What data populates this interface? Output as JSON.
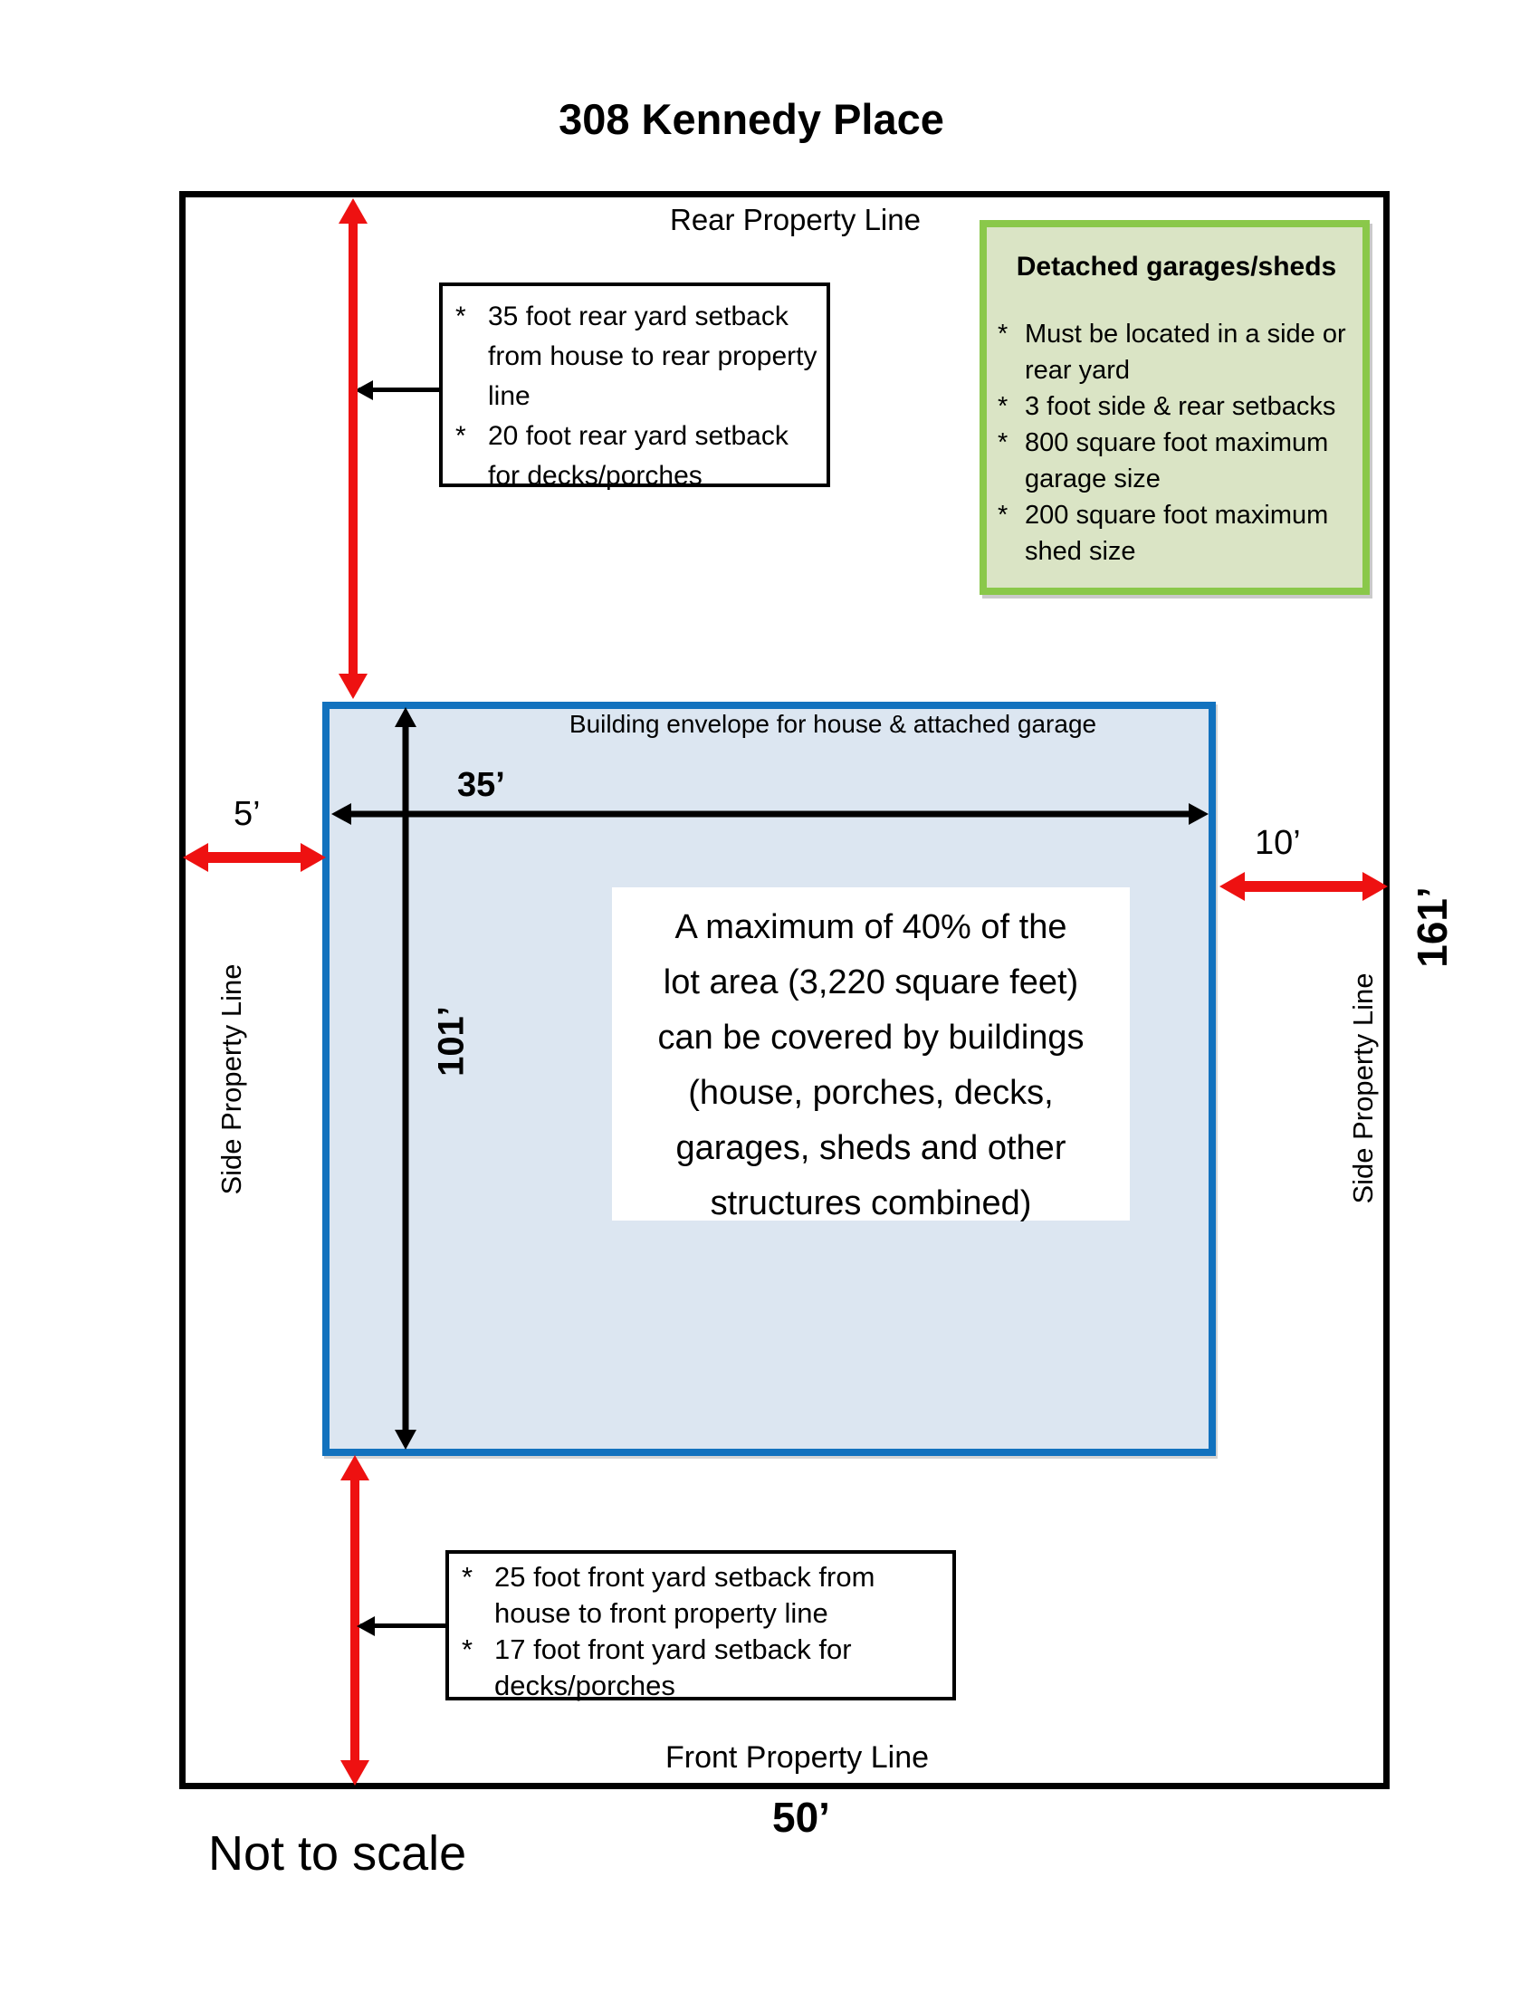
{
  "title": "308 Kennedy Place",
  "labels": {
    "rear_property_line": "Rear Property Line",
    "front_property_line": "Front Property Line",
    "side_property_line_left": "Side Property Line",
    "side_property_line_right": "Side Property Line",
    "building_envelope": "Building envelope for house & attached garage",
    "not_to_scale": "Not to scale"
  },
  "dimensions": {
    "envelope_width": "35’",
    "envelope_depth": "101’",
    "side_setback_left": "5’",
    "side_setback_right": "10’",
    "lot_depth": "161’",
    "lot_width": "50’"
  },
  "rear_setback_box": {
    "bullet": "*",
    "items": [
      "35 foot rear yard setback from house to rear property line",
      "20 foot rear yard setback for decks/porches"
    ]
  },
  "front_setback_box": {
    "bullet": "*",
    "items": [
      "25 foot front yard setback from house to front property line",
      "17 foot front yard setback for decks/porches"
    ]
  },
  "detached_box": {
    "title": "Detached garages/sheds",
    "bullet": "*",
    "items": [
      "Must be located in a side or rear yard",
      "3 foot side & rear setbacks",
      "800 square foot maximum garage size",
      "200 square foot maximum shed size"
    ]
  },
  "coverage_note": {
    "lines": [
      "A maximum of 40% of the",
      "lot area (3,220 square feet)",
      "can be covered by buildings",
      "(house, porches, decks,",
      "garages, sheds  and other",
      "structures combined)"
    ]
  },
  "colors": {
    "envelope_border": "#1272BE",
    "envelope_fill": "#DCE6F1",
    "detached_border": "#8AC84A",
    "detached_fill": "#DAE4C5",
    "arrow_red": "#EE1111",
    "line_black": "#000000"
  }
}
